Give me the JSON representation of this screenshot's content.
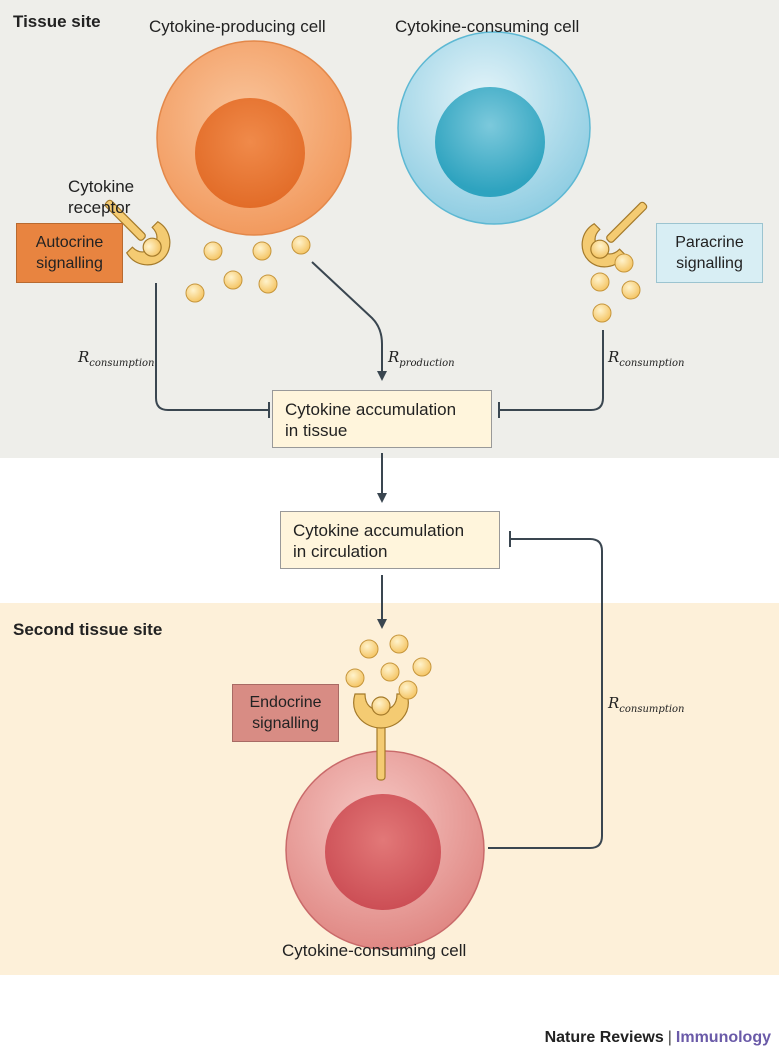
{
  "sections": {
    "tissue_site": "Tissue site",
    "second_tissue_site": "Second tissue site"
  },
  "cells": {
    "producing": "Cytokine-producing cell",
    "consuming_top": "Cytokine-consuming cell",
    "consuming_bottom": "Cytokine-consuming cell"
  },
  "receptor_label": [
    "Cytokine",
    "receptor"
  ],
  "tags": {
    "autocrine": [
      "Autocrine",
      "signalling"
    ],
    "paracrine": [
      "Paracrine",
      "signalling"
    ],
    "endocrine": [
      "Endocrine",
      "signalling"
    ]
  },
  "boxes": {
    "tissue": [
      "Cytokine accumulation",
      "in tissue"
    ],
    "circulation": [
      "Cytokine accumulation",
      "in circulation"
    ]
  },
  "rates": {
    "symbol": "R",
    "consumption": "consumption",
    "production": "production"
  },
  "footer": {
    "brand": "Nature Reviews",
    "separator": "|",
    "journal": "Immunology"
  },
  "colors": {
    "tissue_bg": "#eeeeea",
    "second_bg": "#fdf0d9",
    "producing_cell": "#f5a46c",
    "consuming_cell": "#8fd0e4",
    "endocrine_cell": "#e2898a",
    "cytokine": "#f9d47e",
    "autocrine_tag": "#e88440",
    "paracrine_tag": "#d8eef4",
    "endocrine_tag": "#d88c84",
    "arrow": "#3a4650"
  }
}
